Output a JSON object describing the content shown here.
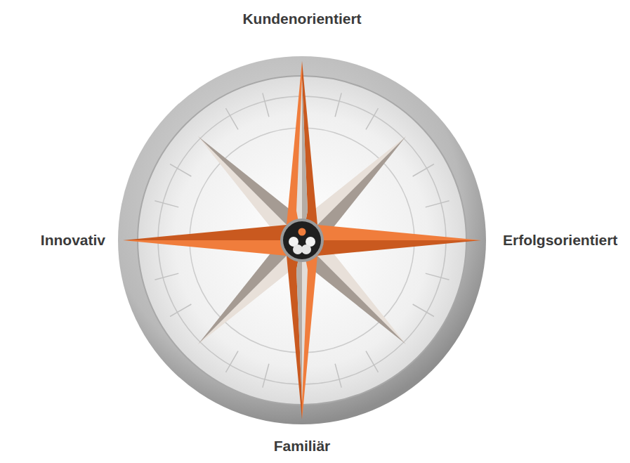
{
  "diagram": {
    "labels": [
      "Kundenorientiert",
      "Innovativ",
      "Erfolgsorientiert",
      "Familiär"
    ]
  }
}
